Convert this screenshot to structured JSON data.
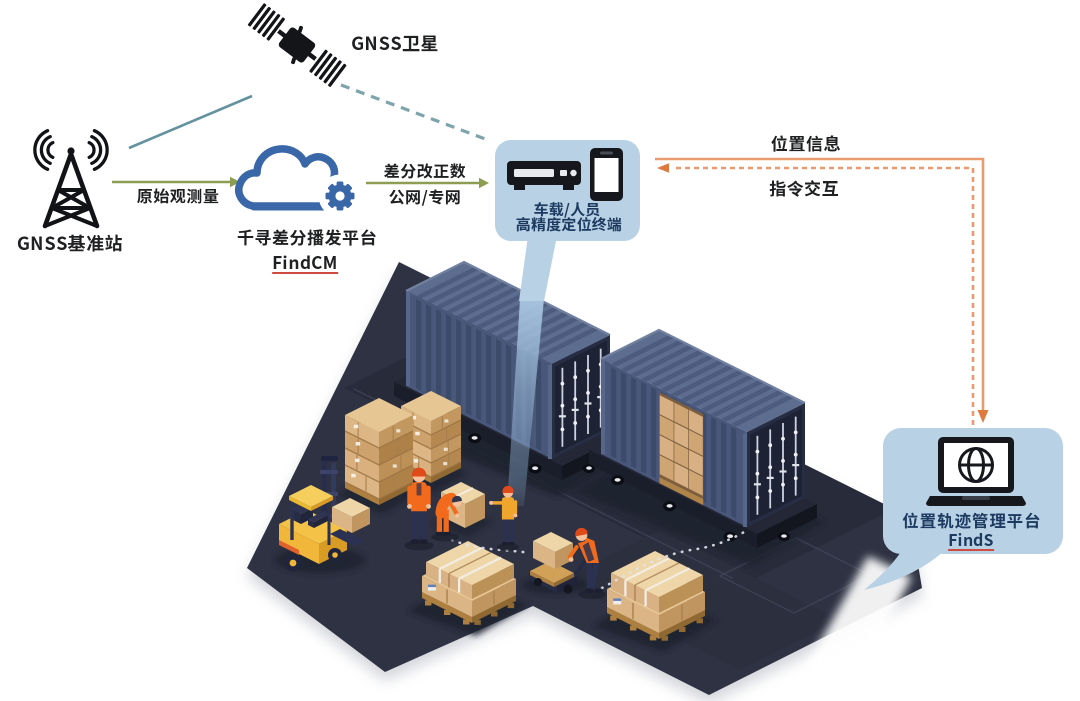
{
  "diagram": {
    "background": "#ffffff",
    "nodes": {
      "satellite": {
        "label": "GNSS卫星"
      },
      "base_station": {
        "label": "GNSS基准站"
      },
      "cloud_platform": {
        "title": "千寻差分播发平台",
        "product": "FindCM"
      },
      "terminal": {
        "line1": "车载/人员",
        "line2": "高精度定位终端"
      },
      "management_platform": {
        "title": "位置轨迹管理平台",
        "product": "FindS"
      }
    },
    "links": {
      "raw_observation": {
        "label": "原始观测量",
        "style": "solid-arrow",
        "color": "#8d9d52"
      },
      "diff_correction": {
        "label_top": "差分改正数",
        "label_bottom": "公网/专网",
        "style": "solid-arrow",
        "color": "#8d9d52"
      },
      "satellite_to_station": {
        "style": "solid-line",
        "color": "#64929f"
      },
      "satellite_to_terminal": {
        "style": "dashed-line",
        "color": "#7da4ab"
      },
      "position_info": {
        "label": "位置信息",
        "style": "solid-elbow-arrow",
        "color": "#e99a6f"
      },
      "command_exchange": {
        "label": "指令交互",
        "style": "dashed-elbow-arrow",
        "color": "#e99a6f"
      }
    },
    "colors": {
      "bubble_fill": "#b8d1e5",
      "navy_text": "#1d3a60",
      "black_text": "#1f2022",
      "red_underline": "#cf4b3f",
      "platform_dark": "#2f3343",
      "container_blue": "#48577a",
      "cargo_tan": "#dcb586",
      "forklift_yellow": "#f2bb40",
      "vest_orange": "#f26a1b",
      "beam_blue": "#9cbcdc"
    },
    "icons": [
      "gnss-satellite-icon",
      "base-station-icon",
      "cloud-platform-icon",
      "gear-icon",
      "vehicle-terminal-icon",
      "smartphone-icon",
      "laptop-globe-icon"
    ],
    "scene": {
      "description": "isometric container yard illustration",
      "objects": [
        "warehouse-platform",
        "container-truck-rear",
        "container-truck-front",
        "pallet-stack-left",
        "pallet-stack-right",
        "forklift",
        "floor-box",
        "cargo-pallet-left",
        "cargo-pallet-right",
        "pallet-jack",
        "worker-supervisor",
        "worker-loader",
        "worker-positioned",
        "worker-jack-operator",
        "route-dots",
        "positioning-beam"
      ]
    }
  }
}
